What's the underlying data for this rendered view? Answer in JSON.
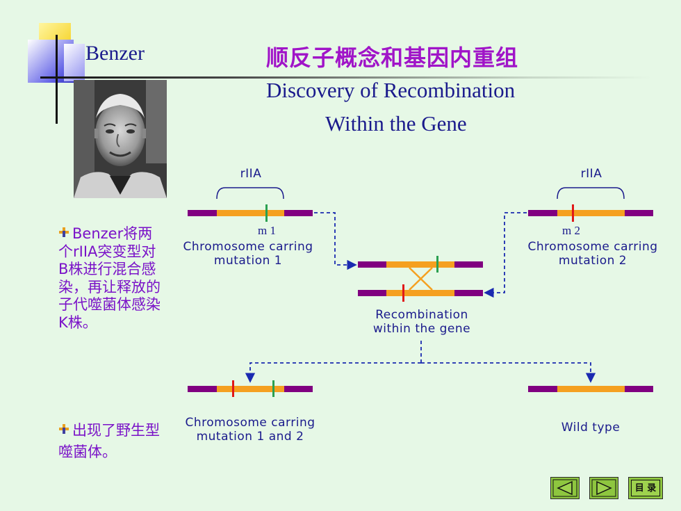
{
  "header": {
    "speaker": "Benzer",
    "title_cn": "顺反子概念和基因内重组",
    "title_en_line1": "Discovery  of Recombination",
    "title_en_line2": "Within  the Gene"
  },
  "bullets": [
    "Benzer将两个rIIA突变型对B株进行混合感染，再让释放的子代噬菌体感染K株。",
    "出现了野生型噬菌体。"
  ],
  "diagram": {
    "gene_label_left": "rIIA",
    "gene_label_right": "rIIA",
    "mutation_label_1": "m 1",
    "mutation_label_2": "m 2",
    "chromosome_1_line1": "Chromosome carring",
    "chromosome_1_line2": "mutation 1",
    "chromosome_2_line1": "Chromosome carring",
    "chromosome_2_line2": "mutation 2",
    "recombination_line1": "Recombination",
    "recombination_line2": "within the gene",
    "result_double_line1": "Chromosome carring",
    "result_double_line2": "mutation 1  and  2",
    "result_wild": "Wild type"
  },
  "nav": {
    "prev_icon": "triangle-left-icon",
    "next_icon": "triangle-right-icon",
    "menu_label": "目 录"
  },
  "colors": {
    "background": "#e6f8e6",
    "title_cn": "#a014c8",
    "title_en": "#1a1a8c",
    "bullet_text": "#7a12c8",
    "chromosome_flank": "#800080",
    "gene_region": "#f5a020",
    "mutation_1": "#2aa050",
    "mutation_2": "#e01818",
    "arrow": "#1a2ab0",
    "nav_button": "#8ec63f"
  }
}
